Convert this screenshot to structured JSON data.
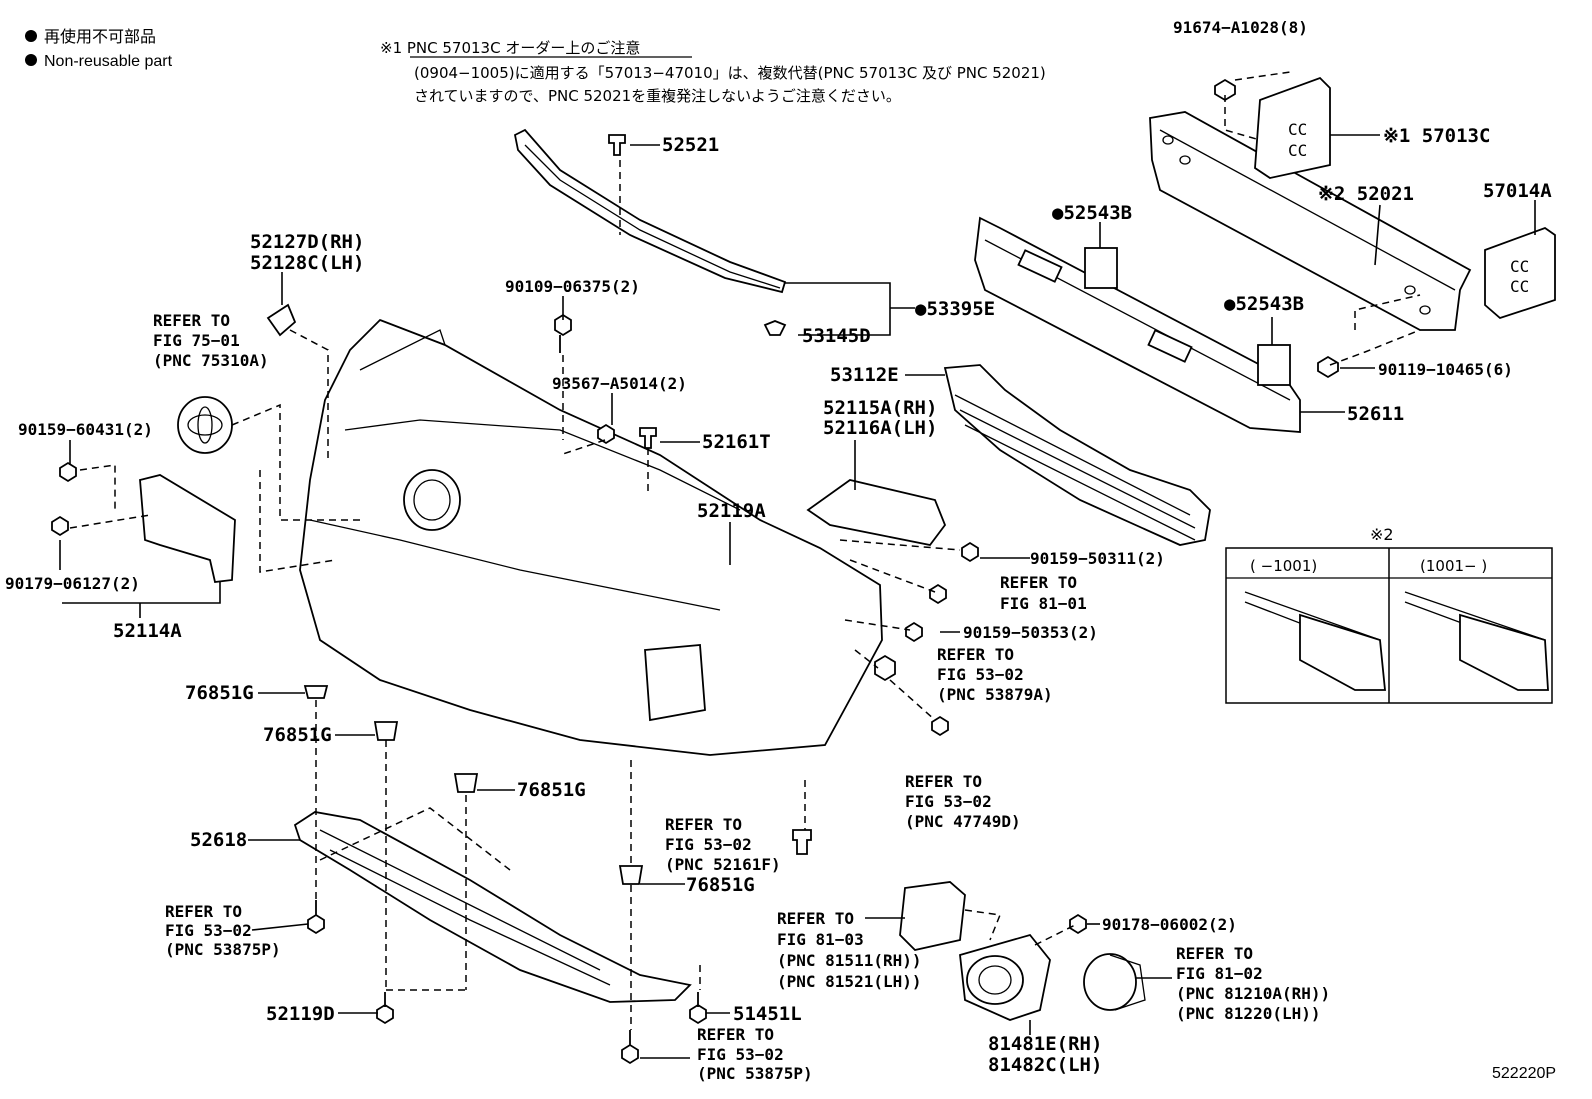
{
  "legend": {
    "line1": "再使用不可部品",
    "line2": "Non-reusable part"
  },
  "note": {
    "title": "※1 PNC 57013C オーダー上のご注意",
    "line1": "(0904−1005)に適用する「57013−47010」は、複数代替(PNC 57013C 及び PNC 52021)",
    "line2": "されていますので、PNC 52021を重複発注しないようご注意ください。"
  },
  "inset": {
    "mark": "※2",
    "left_header": "(      −1001)",
    "right_header": "(1001−      )"
  },
  "labels": {
    "p91674": "91674−A1028(8)",
    "p57013c": "※1 57013C",
    "p52021": "※2 52021",
    "p57014a": "57014A",
    "p52543b_1": "●52543B",
    "p52543b_2": "●52543B",
    "p90119": "90119−10465(6)",
    "p52611": "52611",
    "p52521": "52521",
    "p53395e": "●53395E",
    "p53145d": "53145D",
    "p90109": "90109−06375(2)",
    "p93567": "93567−A5014(2)",
    "p52161t": "52161T",
    "p53112e": "53112E",
    "p52115a": "52115A(RH)",
    "p52116a": "52116A(LH)",
    "p52127d": "52127D(RH)",
    "p52128c": "52128C(LH)",
    "ref7501_a": "REFER TO",
    "ref7501_b": "FIG 75−01",
    "ref7501_c": "(PNC 75310A)",
    "p90159_60431": "90159−60431(2)",
    "p90179": "90179−06127(2)",
    "p52114a": "52114A",
    "p52119a": "52119A",
    "p90159_50311": "90159−50311(2)",
    "ref8101_a": "REFER TO",
    "ref8101_b": "FIG 81−01",
    "p90159_50353": "90159−50353(2)",
    "ref5302a_a": "REFER TO",
    "ref5302a_b": "FIG 53−02",
    "ref5302a_c": "(PNC 53879A)",
    "ref5302b_a": "REFER TO",
    "ref5302b_b": "FIG 53−02",
    "ref5302b_c": "(PNC 47749D)",
    "p76851g_1": "76851G",
    "p76851g_2": "76851G",
    "p76851g_3": "76851G",
    "p76851g_4": "76851G",
    "p52618": "52618",
    "ref5302c_a": "REFER TO",
    "ref5302c_b": "FIG 53−02",
    "ref5302c_c": "(PNC 53875P)",
    "p52119d": "52119D",
    "ref5302d_a": "REFER TO",
    "ref5302d_b": "FIG 53−02",
    "ref5302d_c": "(PNC 52161F)",
    "p51451l": "51451L",
    "ref5302e_a": "REFER TO",
    "ref5302e_b": "FIG 53−02",
    "ref5302e_c": "(PNC 53875P)",
    "ref8103_a": "REFER TO",
    "ref8103_b": "FIG 81−03",
    "ref8103_c": "(PNC 81511(RH))",
    "ref8103_d": "(PNC 81521(LH))",
    "p90178": "90178−06002(2)",
    "ref8102_a": "REFER TO",
    "ref8102_b": "FIG 81−02",
    "ref8102_c": "(PNC 81210A(RH))",
    "ref8102_d": "(PNC 81220(LH))",
    "p81481e": "81481E(RH)",
    "p81482c": "81482C(LH)",
    "fig_code": "522220P"
  }
}
